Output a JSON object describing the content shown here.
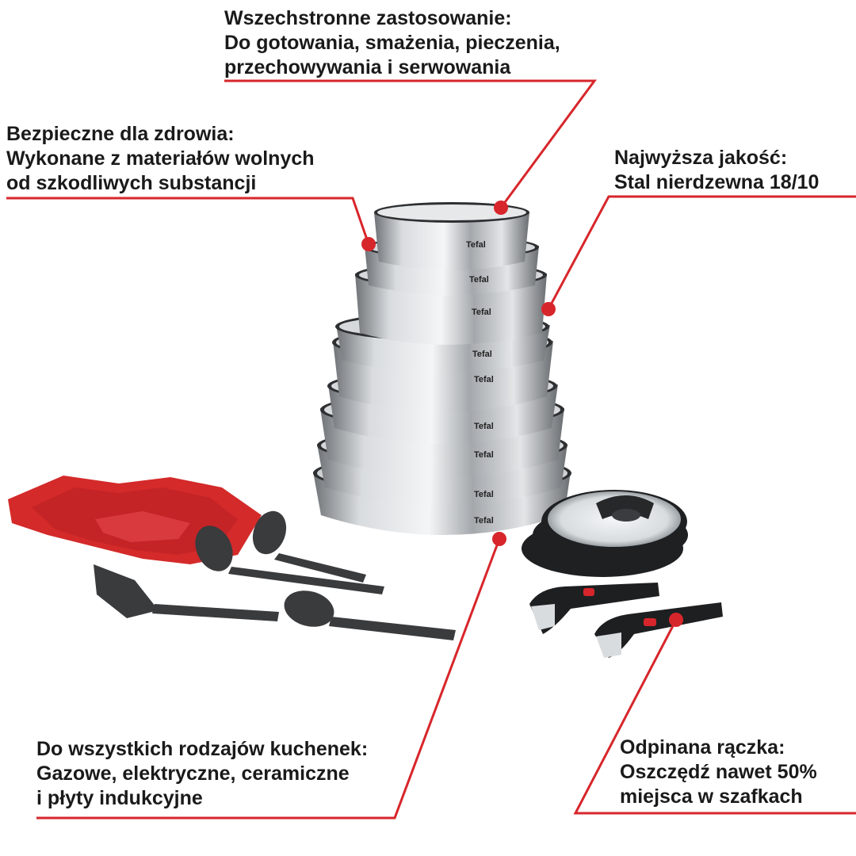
{
  "callouts": {
    "versatile": {
      "title": "Wszechstronne zastosowanie:",
      "line1": "Do gotowania, smażenia, pieczenia,",
      "line2": "przechowywania i serwowania"
    },
    "healthy": {
      "title": "Bezpieczne dla zdrowia:",
      "line1": "Wykonane z materiałów wolnych",
      "line2": "od szkodliwych substancji"
    },
    "quality": {
      "title": "Najwyższa jakość:",
      "line1": "Stal nierdzewna 18/10"
    },
    "cooktops": {
      "title": "Do wszystkich rodzajów kuchenek:",
      "line1": "Gazowe, elektryczne, ceramiczne",
      "line2": "i płyty indukcyjne"
    },
    "handle": {
      "title": "Odpinana rączka:",
      "line1": "Oszczędź nawet 50%",
      "line2": "miejsca w szafkach"
    }
  },
  "brand": "Tefal",
  "colors": {
    "accent": "#d7262b",
    "text": "#1a1a1a",
    "steel": "#b9bcbf",
    "protector": "#d42a2a",
    "utensil": "#3a3b3d"
  },
  "icons": [
    "callout-dot-icon"
  ]
}
